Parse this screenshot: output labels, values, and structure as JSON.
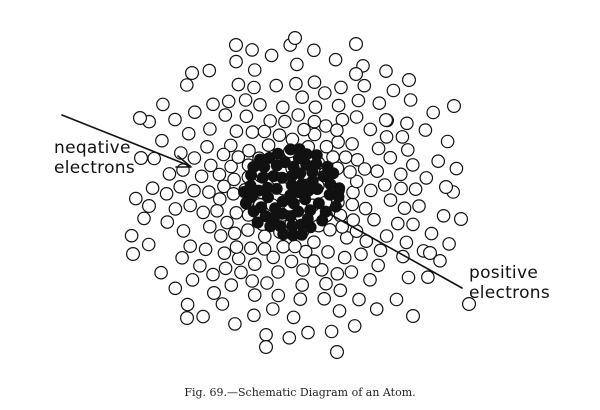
{
  "labels": {
    "negative": [
      "neqative",
      "electrons"
    ],
    "positive": [
      "positive",
      "electrons"
    ]
  },
  "caption": "Fig. 69.—Schematic Diagram of an Atom.",
  "colors": {
    "ink": "#111111",
    "paper": "#ffffff"
  }
}
